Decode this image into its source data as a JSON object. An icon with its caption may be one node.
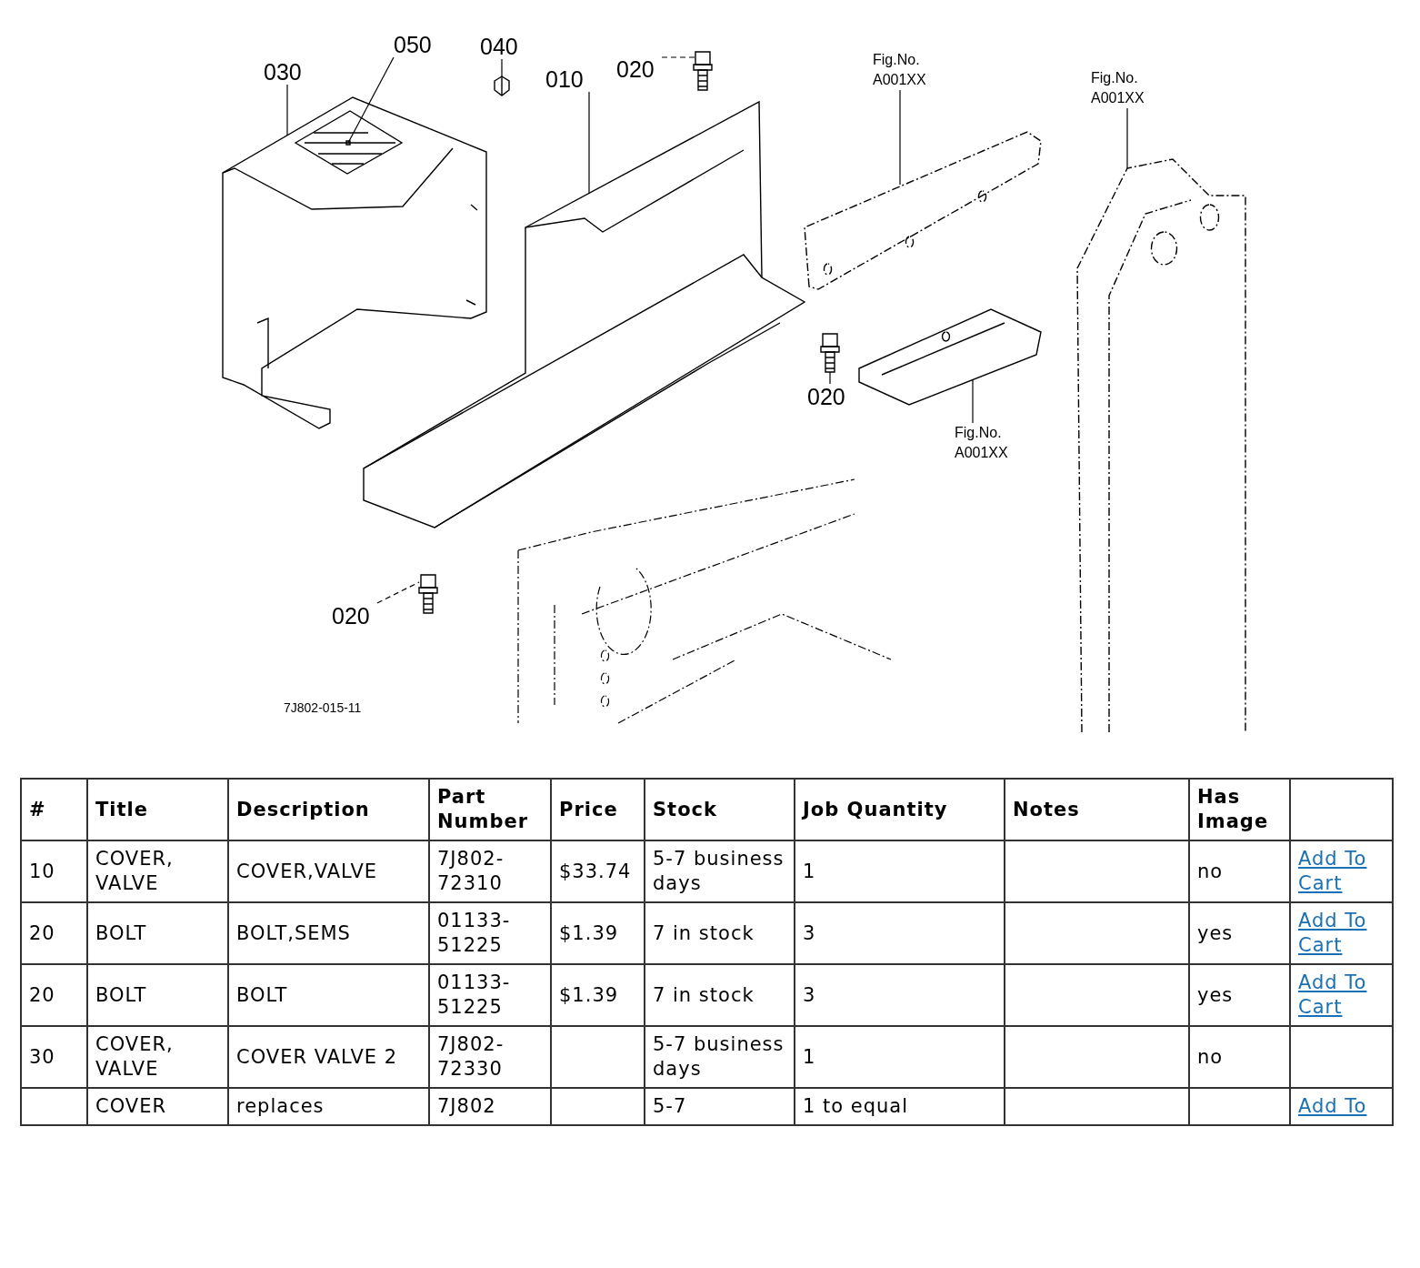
{
  "diagram": {
    "nodes": [
      {
        "text": [
          "030"
        ]
      },
      {
        "text": [
          "050"
        ]
      },
      {
        "text": [
          "040"
        ]
      },
      {
        "text": [
          "020"
        ]
      },
      {
        "text": [
          "010"
        ]
      },
      {
        "text": [
          "Fig.No. A001XX"
        ]
      },
      {
        "text": [
          "Fig.No. A001XX"
        ]
      },
      {
        "text": [
          "Fig.No. A001XX"
        ]
      },
      {
        "text": [
          "020"
        ]
      },
      {
        "text": [
          "020"
        ]
      },
      {
        "text": [],
        "shape": "picture"
      },
      {
        "text": [],
        "shape": "picture",
        "in": 10
      },
      {
        "text": [],
        "shape": "picture"
      },
      {
        "text": [],
        "shape": "picture"
      },
      {
        "text": [],
        "shape": "picture"
      },
      {
        "text": [],
        "shape": "picture"
      },
      {
        "text": [],
        "shape": "picture"
      },
      {
        "text": [],
        "shape": "picture"
      },
      {
        "text": [],
        "shape": "picture"
      },
      {
        "text": [],
        "shape": "picture"
      }
    ],
    "edges": [
      {
        "from": 0,
        "to": 10,
        "arrow": "none"
      },
      {
        "from": 1,
        "to": 11,
        "arrow": "none"
      },
      {
        "from": 2,
        "to": 12,
        "arrow": "none"
      },
      {
        "from": 3,
        "to": 13,
        "arrow": "none",
        "style": "dashed"
      },
      {
        "from": 4,
        "to": 14,
        "arrow": "none"
      },
      {
        "from": 5,
        "to": 15,
        "arrow": "none"
      },
      {
        "from": 6,
        "to": 16,
        "arrow": "none"
      },
      {
        "from": 7,
        "to": 17,
        "arrow": "none"
      },
      {
        "from": 8,
        "to": 18,
        "arrow": "none"
      },
      {
        "from": 9,
        "to": 19,
        "arrow": "none",
        "style": "dashed"
      }
    ],
    "labels": [
      "7J802-015-11",
      "#",
      "Title",
      "Description",
      "Part Number",
      "Price",
      "Stock",
      "Job Quantity",
      "Notes",
      "Has Image",
      "10",
      "COVER, VALVE",
      "COVER,VALVE",
      "7J802-72310",
      "$33.74",
      "5-7 business days",
      "1",
      "no",
      "Add To Cart",
      "20",
      "BOLT",
      "BOLT,SEMS",
      "01133-51225",
      "$1.39",
      "7 in stock",
      "3",
      "yes",
      "Add To Cart",
      "20",
      "BOLT",
      "BOLT",
      "01133-51225",
      "$1.39",
      "7 in stock",
      "3",
      "yes",
      "Add To Cart",
      "30",
      "COVER, VALVE",
      "COVER VALVE 2",
      "7J802-72330",
      "5-7 business days",
      "1",
      "no",
      "COVER",
      "replaces",
      "7J802",
      "5-7",
      "1 to equal",
      "Add To"
    ]
  }
}
